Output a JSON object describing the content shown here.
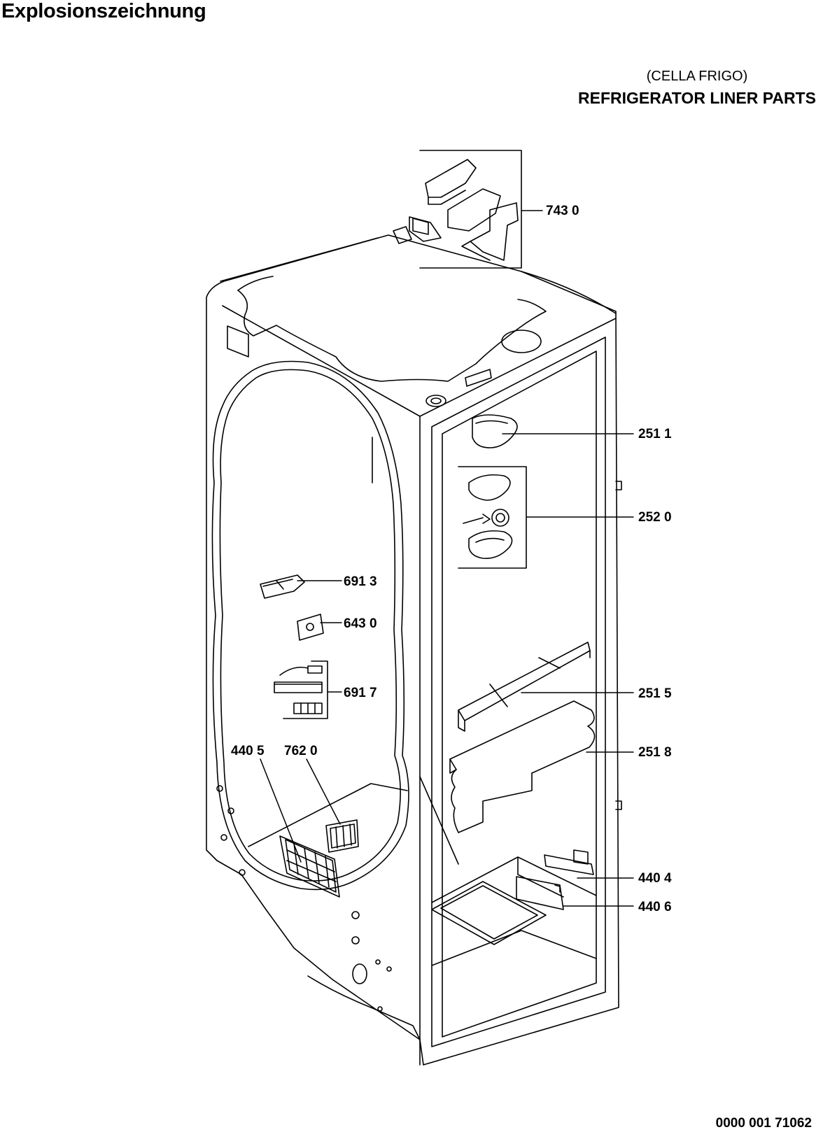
{
  "header": {
    "title": "Explosionszeichnung",
    "subtitle": "(CELLA FRIGO)",
    "section_title": "REFRIGERATOR LINER PARTS"
  },
  "callouts": [
    {
      "id": "743",
      "label": "743 0"
    },
    {
      "id": "2511",
      "label": "251 1"
    },
    {
      "id": "2520",
      "label": "252 0"
    },
    {
      "id": "6913",
      "label": "691 3"
    },
    {
      "id": "6430",
      "label": "643 0"
    },
    {
      "id": "6917",
      "label": "691 7"
    },
    {
      "id": "2515",
      "label": "251 5"
    },
    {
      "id": "2518",
      "label": "251 8"
    },
    {
      "id": "4405",
      "label": "440 5"
    },
    {
      "id": "7620",
      "label": "762 0"
    },
    {
      "id": "4404",
      "label": "440 4"
    },
    {
      "id": "4406",
      "label": "440 6"
    }
  ],
  "footer": {
    "document_number": "0000 001 71062"
  }
}
